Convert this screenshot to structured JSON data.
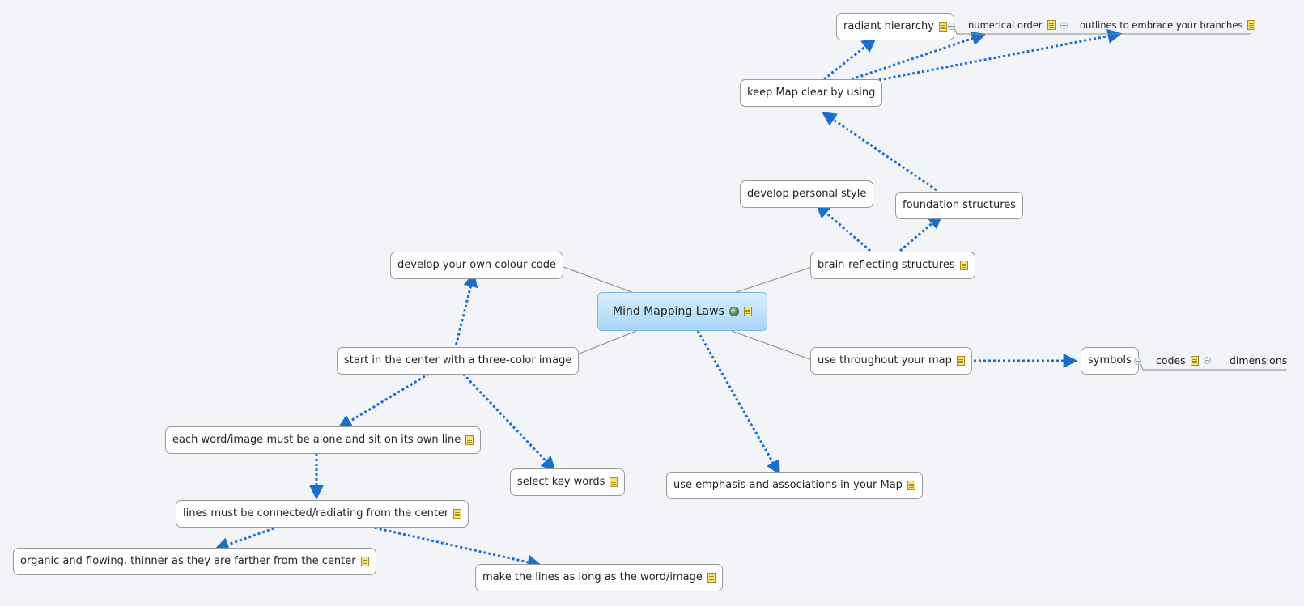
{
  "colors": {
    "relationship": "#1a6fcc",
    "branch": "#8a8a8a",
    "node_border": "#9a9a9a",
    "central_fill": "#a8d7f7"
  },
  "icons": {
    "note": "note-icon",
    "globe": "globe-icon",
    "collapse": "collapse-icon"
  },
  "nodes": {
    "central": "Mind Mapping Laws",
    "colour_code": "develop your own colour code",
    "start_center": "start in the center with a three-color image",
    "brain_reflecting": "brain-reflecting structures",
    "use_throughout": "use throughout your map",
    "develop_style": "develop personal style",
    "foundation": "foundation structures",
    "keep_clear": "keep Map clear by using",
    "radiant": "radiant hierarchy",
    "numerical": "numerical order",
    "outlines": "outlines to embrace your branches",
    "symbols": "symbols",
    "codes": "codes",
    "dimensions": "dimensions",
    "each_word": "each word/image must be alone and sit on its own line",
    "select_key": "select key words",
    "emphasis": "use emphasis and associations in your Map",
    "lines_connected": "lines must be connected/radiating from the center",
    "organic": "organic and flowing, thinner as they are farther from the center",
    "lines_long": "make the lines as long as the word/image"
  }
}
